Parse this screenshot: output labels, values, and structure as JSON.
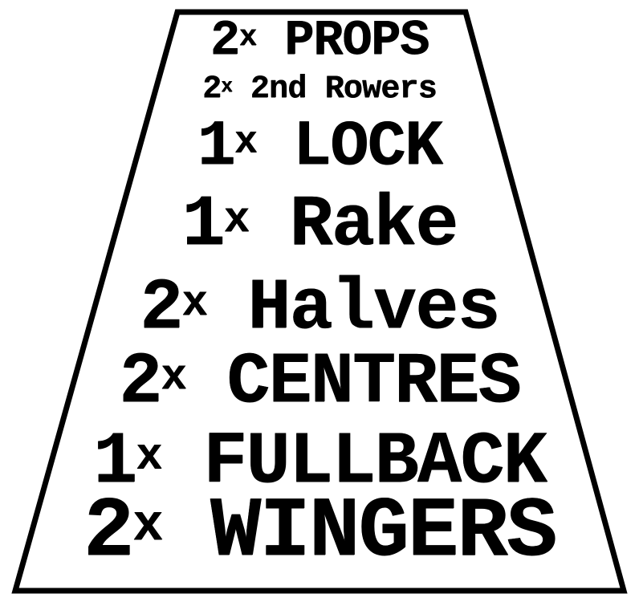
{
  "diagram": {
    "title_semantic": "rugby-league-team-positions-trapezoid",
    "shape": "trapezoid",
    "outline_color": "#000000",
    "background_color": "#ffffff",
    "text_color": "#000000"
  },
  "rows": [
    {
      "count": "2",
      "mult": "x",
      "label": "PROPS"
    },
    {
      "count": "2",
      "mult": "x",
      "label": "2nd Rowers"
    },
    {
      "count": "1",
      "mult": "x",
      "label": "LOCK"
    },
    {
      "count": "1",
      "mult": "x",
      "label": "Rake"
    },
    {
      "count": "2",
      "mult": "x",
      "label": "Halves"
    },
    {
      "count": "2",
      "mult": "x",
      "label": "CENTRES"
    },
    {
      "count": "1",
      "mult": "x",
      "label": "FULLBACK"
    },
    {
      "count": "2",
      "mult": "x",
      "label": "WINGERS"
    }
  ]
}
